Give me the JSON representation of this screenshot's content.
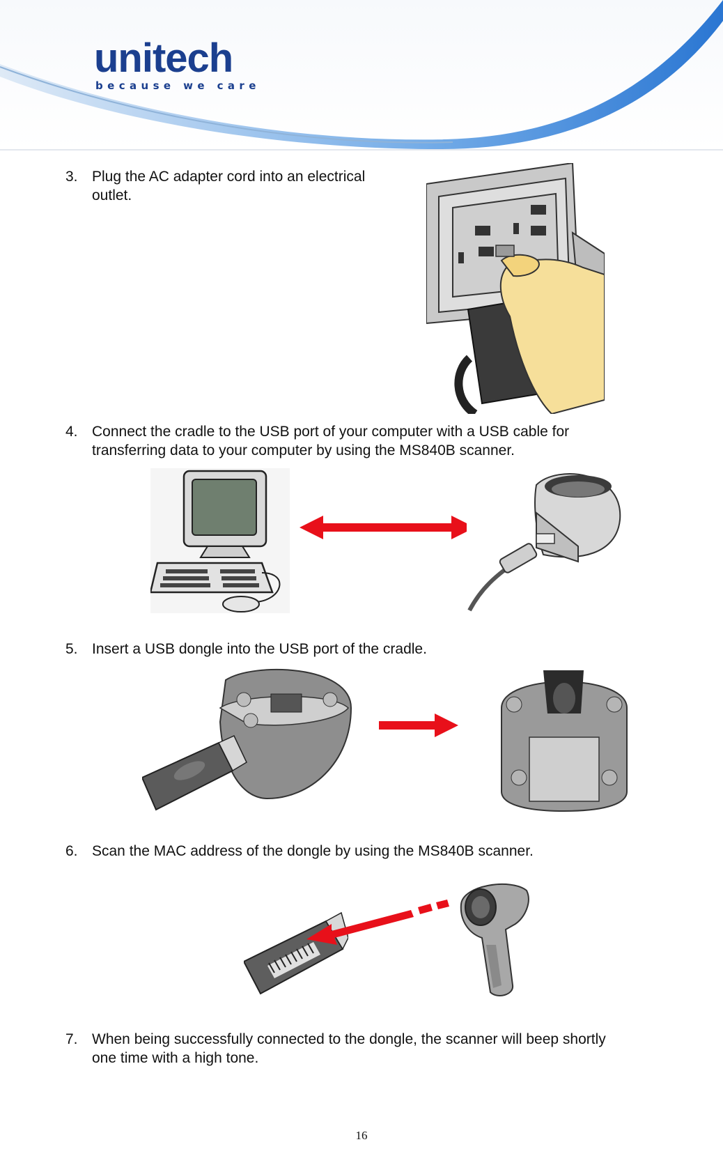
{
  "header": {
    "brand": "unitech",
    "tagline": "because we care",
    "colors": {
      "brand_blue": "#1b3f8f",
      "swoosh_blue": "#2b78d4"
    }
  },
  "steps": [
    {
      "number": "3.",
      "lines": [
        "Plug the AC adapter cord into an electrical",
        "outlet."
      ]
    },
    {
      "number": "4.",
      "lines": [
        "Connect the cradle to the USB port of your computer with a USB cable for",
        "transferring data to your computer by using the MS840B scanner."
      ]
    },
    {
      "number": "5.",
      "lines": [
        "Insert a USB dongle into the USB port of the cradle."
      ]
    },
    {
      "number": "6.",
      "lines": [
        "Scan the MAC address of the dongle by using the MS840B scanner."
      ]
    },
    {
      "number": "7.",
      "lines": [
        "When being successfully connected to the dongle, the scanner will beep shortly",
        "one time with a high tone."
      ]
    }
  ],
  "illustrations": {
    "outlet": "outlet-plug-illustration",
    "computer": "computer-illustration",
    "cradle_cable": "cradle-usb-cable-illustration",
    "cradle_bottom": "cradle-bottom-illustration",
    "dongle": "usb-dongle-illustration",
    "cradle_with_dongle": "cradle-with-dongle-illustration",
    "dongle_barcode": "dongle-barcode-illustration",
    "scanner": "ms840b-scanner-illustration",
    "arrow_color": "#e8101a"
  },
  "footer": {
    "page_number": "16"
  }
}
